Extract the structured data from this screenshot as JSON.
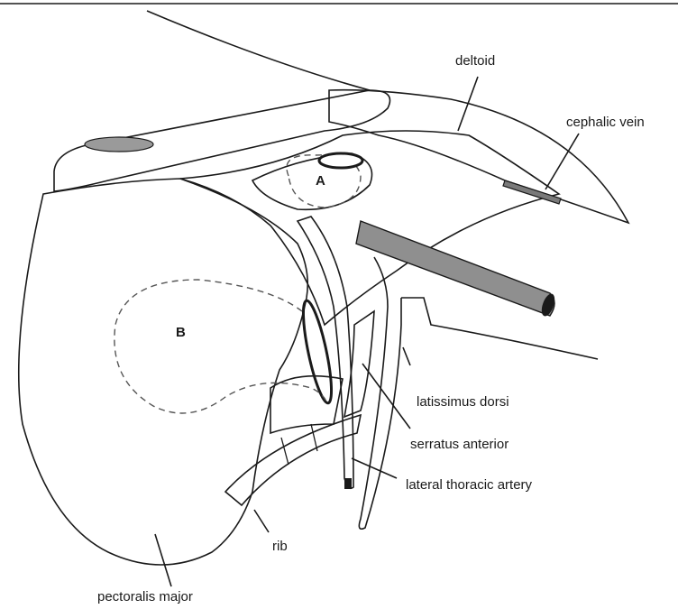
{
  "labels": {
    "deltoid": "deltoid",
    "cephalic_vein": "cephalic vein",
    "latissimus_dorsi": "latissimus dorsi",
    "serratus_anterior": "serratus anterior",
    "lateral_thoracic_artery": "lateral thoracic artery",
    "rib": "rib",
    "pectoralis_major": "pectoralis major"
  },
  "regions": {
    "a": "A",
    "b": "B"
  },
  "colors": {
    "muscle_fill": "#d9d9d9",
    "light_fill": "#eeeeee",
    "vessel_fill": "#8f8f8f",
    "line": "#1a1a1a",
    "background": "#ffffff"
  }
}
